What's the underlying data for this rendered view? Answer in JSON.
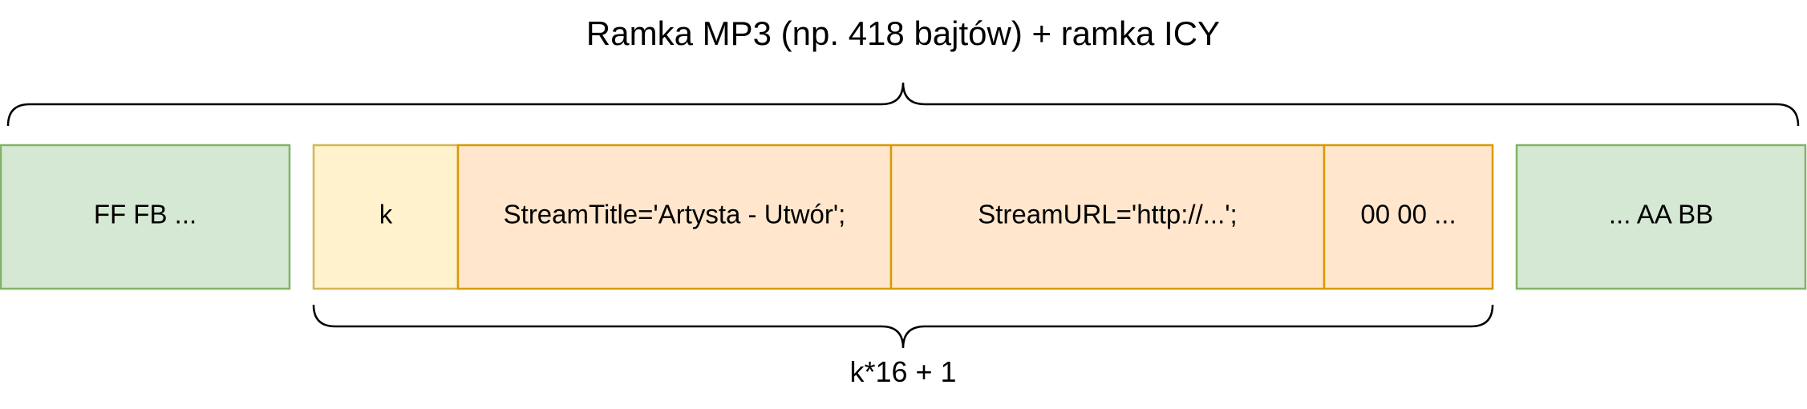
{
  "title": "Ramka MP3 (np. 418 bajtów) + ramka ICY",
  "bottom_label": "k*16 + 1",
  "colors": {
    "mp3_fill": "#d5e8d4",
    "mp3_stroke": "#82b366",
    "length_fill": "#fff2cc",
    "length_stroke": "#d6b656",
    "meta_fill": "#ffe6cc",
    "meta_stroke": "#d79b00",
    "brace": "#000000"
  },
  "boxes": {
    "mp3_start": "FF FB ...",
    "length_byte": "k",
    "stream_title": "StreamTitle='Artysta - Utwór';",
    "stream_url": "StreamURL='http://...';",
    "padding": "00 00 ...",
    "mp3_end": "... AA BB"
  }
}
